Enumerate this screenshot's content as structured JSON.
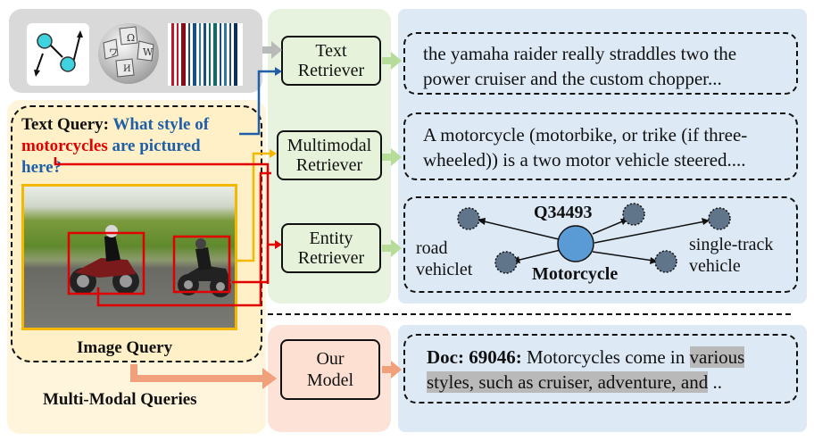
{
  "sources": {
    "graph_icon": "knowledge-graph-icon",
    "wiki_icon": "wikipedia-globe-icon",
    "barcode_icon": "barcode-icon"
  },
  "retrievers": {
    "text": [
      "Text",
      "Retriever"
    ],
    "multimodal": [
      "Multimodal",
      "Retriever"
    ],
    "entity": [
      "Entity",
      "Retriever"
    ]
  },
  "results": {
    "text_result": "the yamaha raider really straddles two  the power cruiser and the custom chopper...",
    "multimodal_result": "A motorcycle (motorbike, or trike (if three-wheeled)) is a two motor vehicle steered....",
    "entity": {
      "id": "Q34493",
      "center": "Motorcycle",
      "left_label": [
        "road",
        "vehiclet"
      ],
      "right_label": [
        "single-track",
        "vehicle"
      ]
    }
  },
  "query": {
    "text_prefix": "Text Query:",
    "text_q1": "What style of",
    "text_q2": "motorcycles",
    "text_q3": "are pictured",
    "text_q4": "here?",
    "image_label": "Image Query",
    "panel_label": "Multi-Modal Queries"
  },
  "model": {
    "label": [
      "Our",
      "Model"
    ]
  },
  "doc": {
    "id": "Doc: 69046:",
    "line1": "Motorcycles come in",
    "hl1": "various",
    "hl2": "styles, such as cruiser, adventure, and",
    "tail": " .."
  },
  "colors": {
    "blue_text": "#1f5fa8",
    "red_text": "#e00000",
    "orange_arrow": "#f0a07a",
    "green_arrow": "#b7dc9a",
    "node_fill": "#60748a",
    "center_fill": "#5b9bd5",
    "highlight": "#b9b9b9"
  }
}
